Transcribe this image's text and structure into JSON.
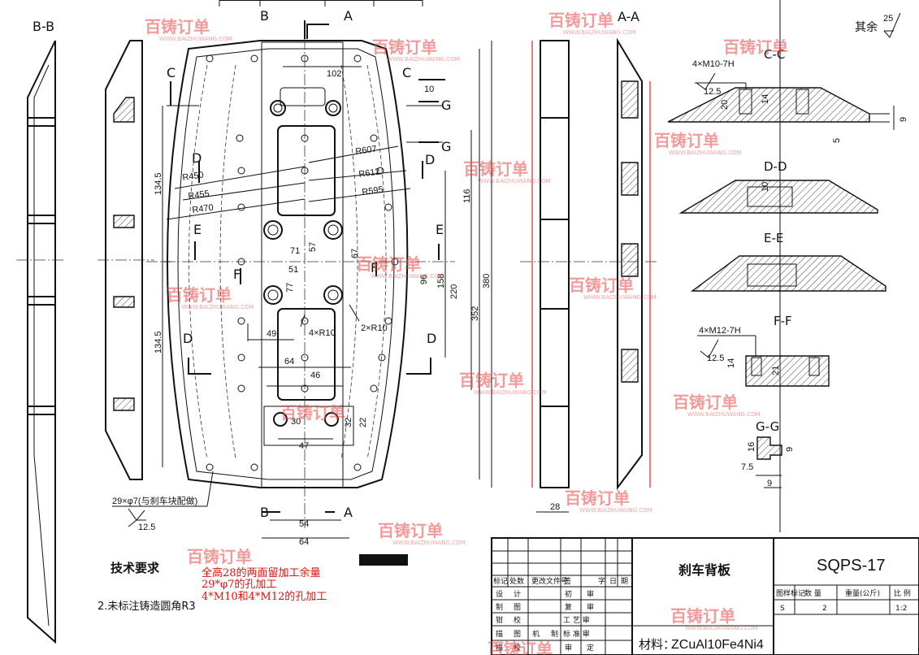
{
  "views": {
    "bb": "B-B",
    "aa": "A-A",
    "cc": "C-C",
    "dd": "D-D",
    "ee": "E-E",
    "ff": "F-F",
    "gg": "G-G"
  },
  "markers": {
    "A": "A",
    "B": "B",
    "C": "C",
    "D": "D",
    "E": "E",
    "F": "F",
    "G": "G"
  },
  "roughness_note": {
    "prefix": "其余",
    "value": "25"
  },
  "dimensions": {
    "d102": "102",
    "d10": "10",
    "d1345a": "134.5",
    "d1345b": "134.5",
    "r450": "R450",
    "r455": "R455",
    "r470": "R470",
    "r607": "R607",
    "r612": "R612",
    "r595": "R595",
    "d116": "116",
    "d71": "71",
    "d57": "57",
    "d67": "67",
    "d51": "51",
    "d77": "77",
    "d96": "96",
    "d158": "158",
    "d220": "220",
    "d352": "352",
    "d380": "380",
    "d49": "49",
    "r4r10": "4×R10",
    "r2r10": "2×R10",
    "d64a": "64",
    "d46": "46",
    "d30": "30",
    "d32": "32",
    "d22": "22",
    "d47": "47",
    "d54": "54",
    "d64b": "64",
    "d28": "28",
    "holes": "29×φ7(与刹车块配做)",
    "rough125a": "12.5",
    "cc_thread": "4×M10-7H",
    "cc_rough": "12.5",
    "cc_20": "20",
    "cc_14": "14",
    "cc_9": "9",
    "cc_5": "5",
    "dd_10": "10",
    "ff_thread": "4×M12-7H",
    "ff_rough": "12.5",
    "ff_14": "14",
    "ff_21": "21",
    "gg_16": "16",
    "gg_9a": "9",
    "gg_75": "7.5",
    "gg_9b": "9"
  },
  "tech": {
    "title": "技术要求",
    "note2": "2.未标注铸造圆角R3",
    "red_notes": [
      "全高28的两面留加工余量",
      "29*φ7的孔加工",
      "4*M10和4*M12的孔加工"
    ]
  },
  "title_block": {
    "part_name": "刹车背板",
    "drawing_no": "SQPS-17",
    "material_label": "材料：",
    "material": "ZCuAl10Fe4Ni4",
    "headers": [
      "标记",
      "处数",
      "更改文件号",
      "签",
      "字",
      "日",
      "期"
    ],
    "rows_left": [
      "设",
      "计",
      "制",
      "图",
      "钳",
      "校",
      "描",
      "图",
      "描",
      "校"
    ],
    "rows_right": [
      "初",
      "审",
      "复",
      "审",
      "工 艺 审",
      "机",
      "制",
      "标 准 审",
      "审",
      "定"
    ],
    "meta_headers": [
      "图样标记",
      "数 量",
      "重量(公斤)",
      "比 例"
    ],
    "meta_values": [
      "S",
      "2",
      "",
      "1:2"
    ]
  },
  "watermark": {
    "brand": "百铸订单",
    "url": "WWW.BAIZHUWANG.COM"
  }
}
